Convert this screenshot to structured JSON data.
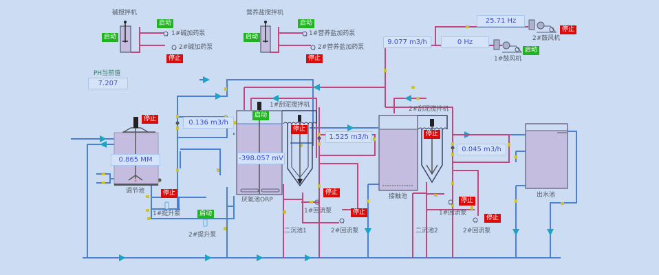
{
  "colors": {
    "background": "#cbdcf3",
    "water_pipe": "#4a7fd1",
    "air_pipe": "#c4457c",
    "tank_fill": "#c5bde0",
    "value_text": "#3b4fd6",
    "start_button": "#22b322",
    "stop_button": "#dd0a0a",
    "flow_arrow": "#1ea3c4",
    "valve": "#c9c23a"
  },
  "ph": {
    "title": "PH当前值",
    "value": "7.207"
  },
  "alkali_mixer": {
    "title": "碱搅拌机",
    "button": "启动",
    "pump1": {
      "label": "1#碱加药泵",
      "button": "启动"
    },
    "pump2": {
      "label": "2#碱加药泵",
      "button": "停止"
    }
  },
  "nutrient_mixer": {
    "title": "营养盐搅拌机",
    "button": "启动",
    "pump1": {
      "label": "1#营养盐加药泵",
      "button": "启动"
    },
    "pump2": {
      "label": "2#营养盐加药泵",
      "button": "停止"
    }
  },
  "blowers": {
    "air_flow": "9.077 m3/h",
    "blower1": {
      "label": "1#鼓风机",
      "freq": "0 Hz",
      "button": "启动"
    },
    "blower2": {
      "label": "2#鼓风机",
      "freq": "25.71 Hz",
      "button": "停止"
    }
  },
  "equalization_tank": {
    "label": "调节池",
    "level": "0.865 MM",
    "mixer_button": "停止"
  },
  "lift_pumps": {
    "flow": "0.136 m3/h",
    "pump1": {
      "label": "1#提升泵",
      "button": "停止"
    },
    "pump2": {
      "label": "2#提升泵",
      "button": "启动"
    }
  },
  "anoxic_tank": {
    "label": "厌氧池ORP",
    "orp": "-398.057 mV",
    "button": "启动"
  },
  "clarifier1": {
    "label": "二沉池1",
    "scraper_label": "1#刮泥搅拌机",
    "scraper_button": "停止",
    "flow": "1.525 m3/h",
    "return_pump1": {
      "label": "1#回流泵",
      "button": "停止"
    },
    "return_pump2": {
      "label": "2#回流泵",
      "button": "停止"
    }
  },
  "contact_tank": {
    "label": "接触池"
  },
  "clarifier2": {
    "label": "二沉池2",
    "scraper_label": "2#刮泥搅拌机",
    "scraper_button": "停止",
    "flow": "0.045 m3/h",
    "return_pump1": {
      "label": "1#回流泵",
      "button": "停止"
    },
    "return_pump2": {
      "label": "2#回流泵",
      "button": "停止"
    }
  },
  "outlet_tank": {
    "label": "出水池"
  }
}
